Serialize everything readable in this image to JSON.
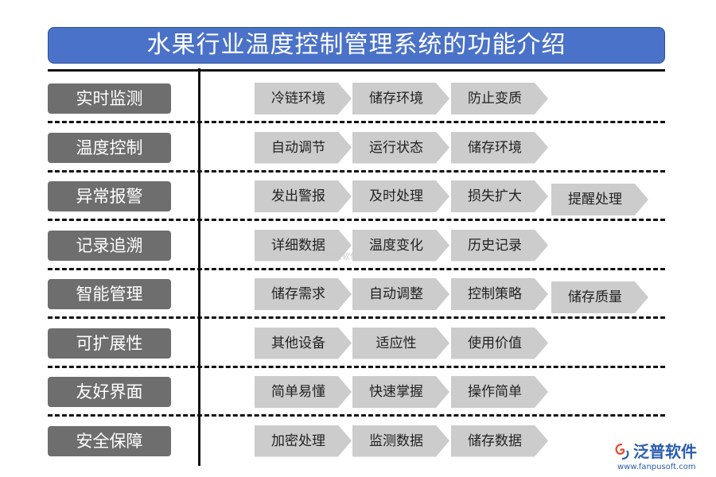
{
  "title": "水果行业温度控制管理系统的功能介绍",
  "rows": [
    {
      "category": "实时监测",
      "items": [
        "冷链环境",
        "储存环境",
        "防止变质"
      ]
    },
    {
      "category": "温度控制",
      "items": [
        "自动调节",
        "运行状态",
        "储存环境"
      ]
    },
    {
      "category": "异常报警",
      "items": [
        "发出警报",
        "及时处理",
        "损失扩大",
        "提醒处理"
      ]
    },
    {
      "category": "记录追溯",
      "items": [
        "详细数据",
        "温度变化",
        "历史记录"
      ]
    },
    {
      "category": "智能管理",
      "items": [
        "储存需求",
        "自动调整",
        "控制策略",
        "储存质量"
      ]
    },
    {
      "category": "可扩展性",
      "items": [
        "其他设备",
        "适应性",
        "使用价值"
      ]
    },
    {
      "category": "友好界面",
      "items": [
        "简单易懂",
        "快速掌握",
        "操作简单"
      ]
    },
    {
      "category": "安全保障",
      "items": [
        "加密处理",
        "监测数据",
        "储存数据"
      ]
    }
  ],
  "watermark": "泛普软件",
  "logo": {
    "name": "泛普软件",
    "url": "www.fanpusoft.com"
  },
  "colors": {
    "title_bg": "#4a72c8",
    "category_bg": "#6e6e6e",
    "chevron_bg": "#cccccc",
    "logo": "#2a5db0"
  }
}
